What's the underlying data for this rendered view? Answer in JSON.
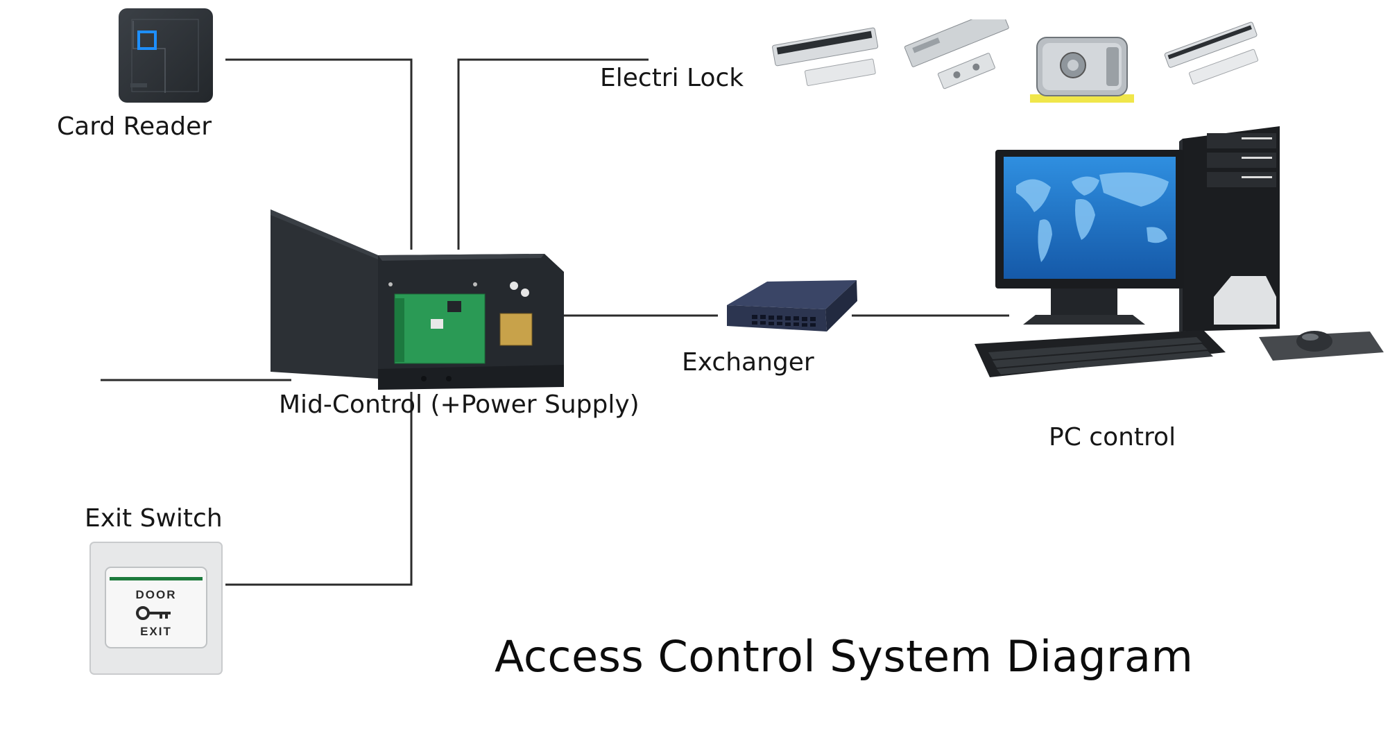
{
  "diagram": {
    "title": "Access Control System Diagram",
    "nodes": {
      "card_reader": "Card Reader",
      "electric_lock": "Electri Lock",
      "mid_control": "Mid-Control (+Power Supply)",
      "exchanger": "Exchanger",
      "pc_control": "PC control",
      "exit_switch": "Exit Switch"
    },
    "exit_button_text": {
      "top": "DOOR",
      "bottom": "EXIT"
    },
    "connections": [
      [
        "card_reader",
        "mid_control"
      ],
      [
        "electric_lock",
        "mid_control"
      ],
      [
        "exit_switch",
        "mid_control"
      ],
      [
        "mid_control",
        "exchanger"
      ],
      [
        "exchanger",
        "pc_control"
      ]
    ]
  },
  "colors": {
    "wire": "#2b2b2b",
    "reader_body": "#2e3236",
    "reader_led": "#1e8fff",
    "cabinet": "#1f2327",
    "pcb": "#2a9a55",
    "switch_body": "#2c3550",
    "monitor_screen": "#1f74c8",
    "exit_stripe": "#1d7a3c"
  },
  "icons": [
    "card-reader-icon",
    "electric-lock-icon",
    "control-cabinet-icon",
    "network-switch-icon",
    "computer-icon",
    "exit-button-icon"
  ]
}
